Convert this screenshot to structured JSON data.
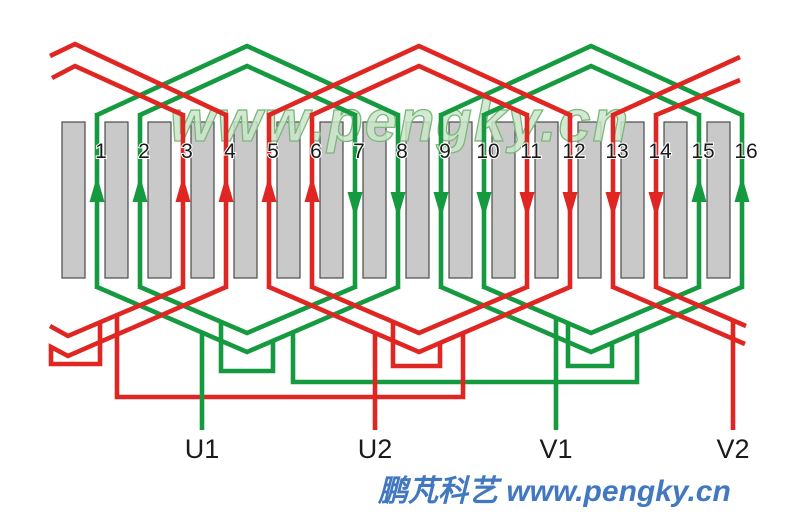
{
  "diagram": {
    "watermark": "www.pengky.cn",
    "footer_brand": "鹏芃科艺 www.pengky.cn",
    "colors": {
      "phase_red": "#e02622",
      "phase_green": "#169a40",
      "bar_fill": "#c9c9c9",
      "bar_border": "#4a4a4a",
      "label_black": "#1a1a1a",
      "footer_blue": "#4178bf",
      "watermark_green": "#7ab87a"
    },
    "slots": [
      {
        "number": "1",
        "wire_color": "green",
        "current_direction": "up"
      },
      {
        "number": "2",
        "wire_color": "green",
        "current_direction": "up"
      },
      {
        "number": "3",
        "wire_color": "red",
        "current_direction": "up"
      },
      {
        "number": "4",
        "wire_color": "red",
        "current_direction": "up"
      },
      {
        "number": "5",
        "wire_color": "red",
        "current_direction": "up"
      },
      {
        "number": "6",
        "wire_color": "red",
        "current_direction": "up"
      },
      {
        "number": "7",
        "wire_color": "green",
        "current_direction": "down"
      },
      {
        "number": "8",
        "wire_color": "green",
        "current_direction": "down"
      },
      {
        "number": "9",
        "wire_color": "green",
        "current_direction": "down"
      },
      {
        "number": "10",
        "wire_color": "green",
        "current_direction": "down"
      },
      {
        "number": "11",
        "wire_color": "red",
        "current_direction": "down"
      },
      {
        "number": "12",
        "wire_color": "red",
        "current_direction": "down"
      },
      {
        "number": "13",
        "wire_color": "red",
        "current_direction": "down"
      },
      {
        "number": "14",
        "wire_color": "red",
        "current_direction": "down"
      },
      {
        "number": "15",
        "wire_color": "green",
        "current_direction": "up"
      },
      {
        "number": "16",
        "wire_color": "green",
        "current_direction": "up"
      }
    ],
    "terminals": [
      {
        "label": "U1",
        "lead_color": "green"
      },
      {
        "label": "U2",
        "lead_color": "red"
      },
      {
        "label": "V1",
        "lead_color": "green"
      },
      {
        "label": "V2",
        "lead_color": "red"
      }
    ]
  }
}
